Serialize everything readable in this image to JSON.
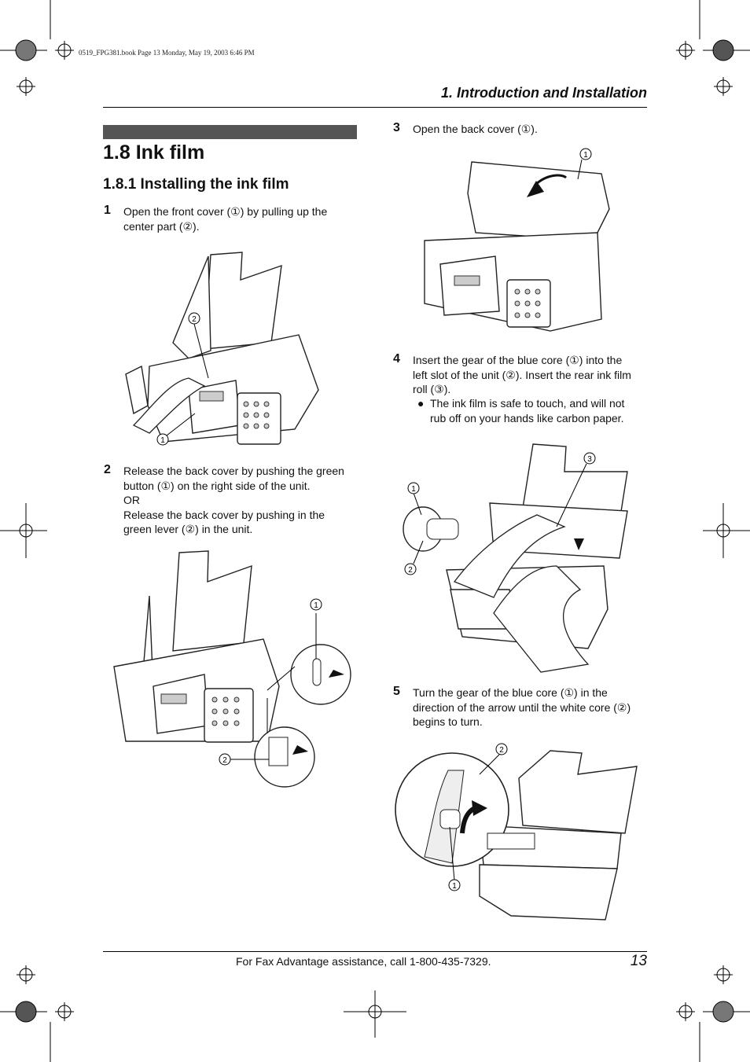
{
  "slug": "0519_FPG381.book  Page 13  Monday, May 19, 2003  6:46 PM",
  "header": {
    "title": "1. Introduction and Installation"
  },
  "section": {
    "title": "1.8 Ink film",
    "subtitle": "1.8.1 Installing the ink film"
  },
  "steps": [
    {
      "no": "1",
      "lines": [
        "Open the front cover (①) by pulling up the",
        "center part (②)."
      ]
    },
    {
      "no": "2",
      "lines": [
        "Release the back cover by pushing the green",
        "button (①) on the right side of the unit.",
        "OR",
        "Release the back cover by pushing in the",
        "green lever (②) in the unit."
      ]
    },
    {
      "no": "3",
      "lines": [
        "Open the back cover (①)."
      ]
    },
    {
      "no": "4",
      "lines": [
        "Insert the gear of the blue core (①) into the",
        "left slot of the unit (②). Insert the rear ink film",
        "roll (③)."
      ],
      "bullet": {
        "symbol": "●",
        "lines": [
          "The ink film is safe to touch, and will not",
          "rub off on your hands like carbon paper."
        ]
      }
    },
    {
      "no": "5",
      "lines": [
        "Turn the gear of the blue core (①) in the",
        "direction of the arrow until the white core (②)",
        "begins to turn."
      ]
    }
  ],
  "callouts": {
    "one": "1",
    "two": "2",
    "three": "3"
  },
  "footer": {
    "text": "For Fax Advantage assistance, call 1-800-435-7329.",
    "page": "13"
  }
}
